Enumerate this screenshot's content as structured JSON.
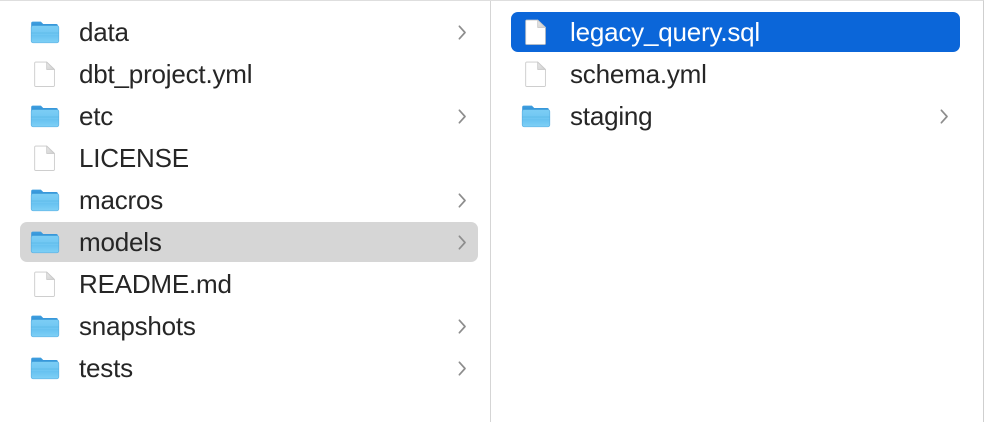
{
  "window": {
    "view_mode": "column",
    "accent_color": "#0b66d9",
    "inactive_selection_color": "#d6d6d6",
    "divider_color": "#d5d5d5",
    "label_color": "#262626",
    "selected_label_color": "#ffffff"
  },
  "columns": [
    {
      "name": "parent-column",
      "items": [
        {
          "label": "data",
          "kind": "folder",
          "icon": "folder-icon",
          "has_chevron": true,
          "selected": false
        },
        {
          "label": "dbt_project.yml",
          "kind": "file",
          "icon": "document-icon",
          "has_chevron": false,
          "selected": false
        },
        {
          "label": "etc",
          "kind": "folder",
          "icon": "folder-icon",
          "has_chevron": true,
          "selected": false
        },
        {
          "label": "LICENSE",
          "kind": "file",
          "icon": "document-icon",
          "has_chevron": false,
          "selected": false
        },
        {
          "label": "macros",
          "kind": "folder",
          "icon": "folder-icon",
          "has_chevron": true,
          "selected": false
        },
        {
          "label": "models",
          "kind": "folder",
          "icon": "folder-icon",
          "has_chevron": true,
          "selected": "inactive"
        },
        {
          "label": "README.md",
          "kind": "file",
          "icon": "document-icon",
          "has_chevron": false,
          "selected": false
        },
        {
          "label": "snapshots",
          "kind": "folder",
          "icon": "folder-icon",
          "has_chevron": true,
          "selected": false
        },
        {
          "label": "tests",
          "kind": "folder",
          "icon": "folder-icon",
          "has_chevron": true,
          "selected": false
        }
      ]
    },
    {
      "name": "child-column",
      "items": [
        {
          "label": "legacy_query.sql",
          "kind": "file",
          "icon": "document-icon",
          "has_chevron": false,
          "selected": "active"
        },
        {
          "label": "schema.yml",
          "kind": "file",
          "icon": "document-icon",
          "has_chevron": false,
          "selected": false
        },
        {
          "label": "staging",
          "kind": "folder",
          "icon": "folder-icon",
          "has_chevron": true,
          "selected": false
        }
      ]
    }
  ]
}
